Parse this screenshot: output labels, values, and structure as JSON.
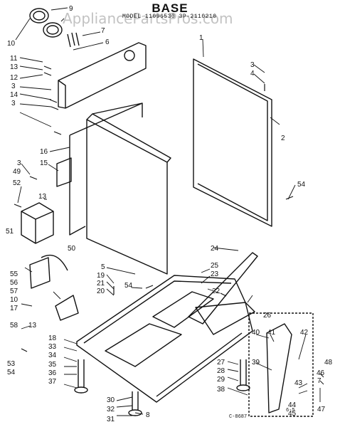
{
  "title": "BASE",
  "model_line": "MODEL 11096530 3P-2110210",
  "watermark": "AppliancePartsPros.com",
  "footer_code": "C-8687",
  "footer_note": "6-5",
  "callouts": [
    "1",
    "2",
    "3",
    "4",
    "5",
    "6",
    "7",
    "8",
    "9",
    "10",
    "11",
    "12",
    "13",
    "14",
    "15",
    "16",
    "17",
    "18",
    "19",
    "20",
    "21",
    "22",
    "23",
    "24",
    "25",
    "26",
    "27",
    "28",
    "29",
    "30",
    "31",
    "32",
    "33",
    "34",
    "35",
    "36",
    "37",
    "38",
    "39",
    "40",
    "41",
    "42",
    "43",
    "44",
    "45",
    "46",
    "47",
    "48",
    "49",
    "50",
    "51",
    "52",
    "53",
    "54",
    "55",
    "56",
    "57",
    "58"
  ]
}
